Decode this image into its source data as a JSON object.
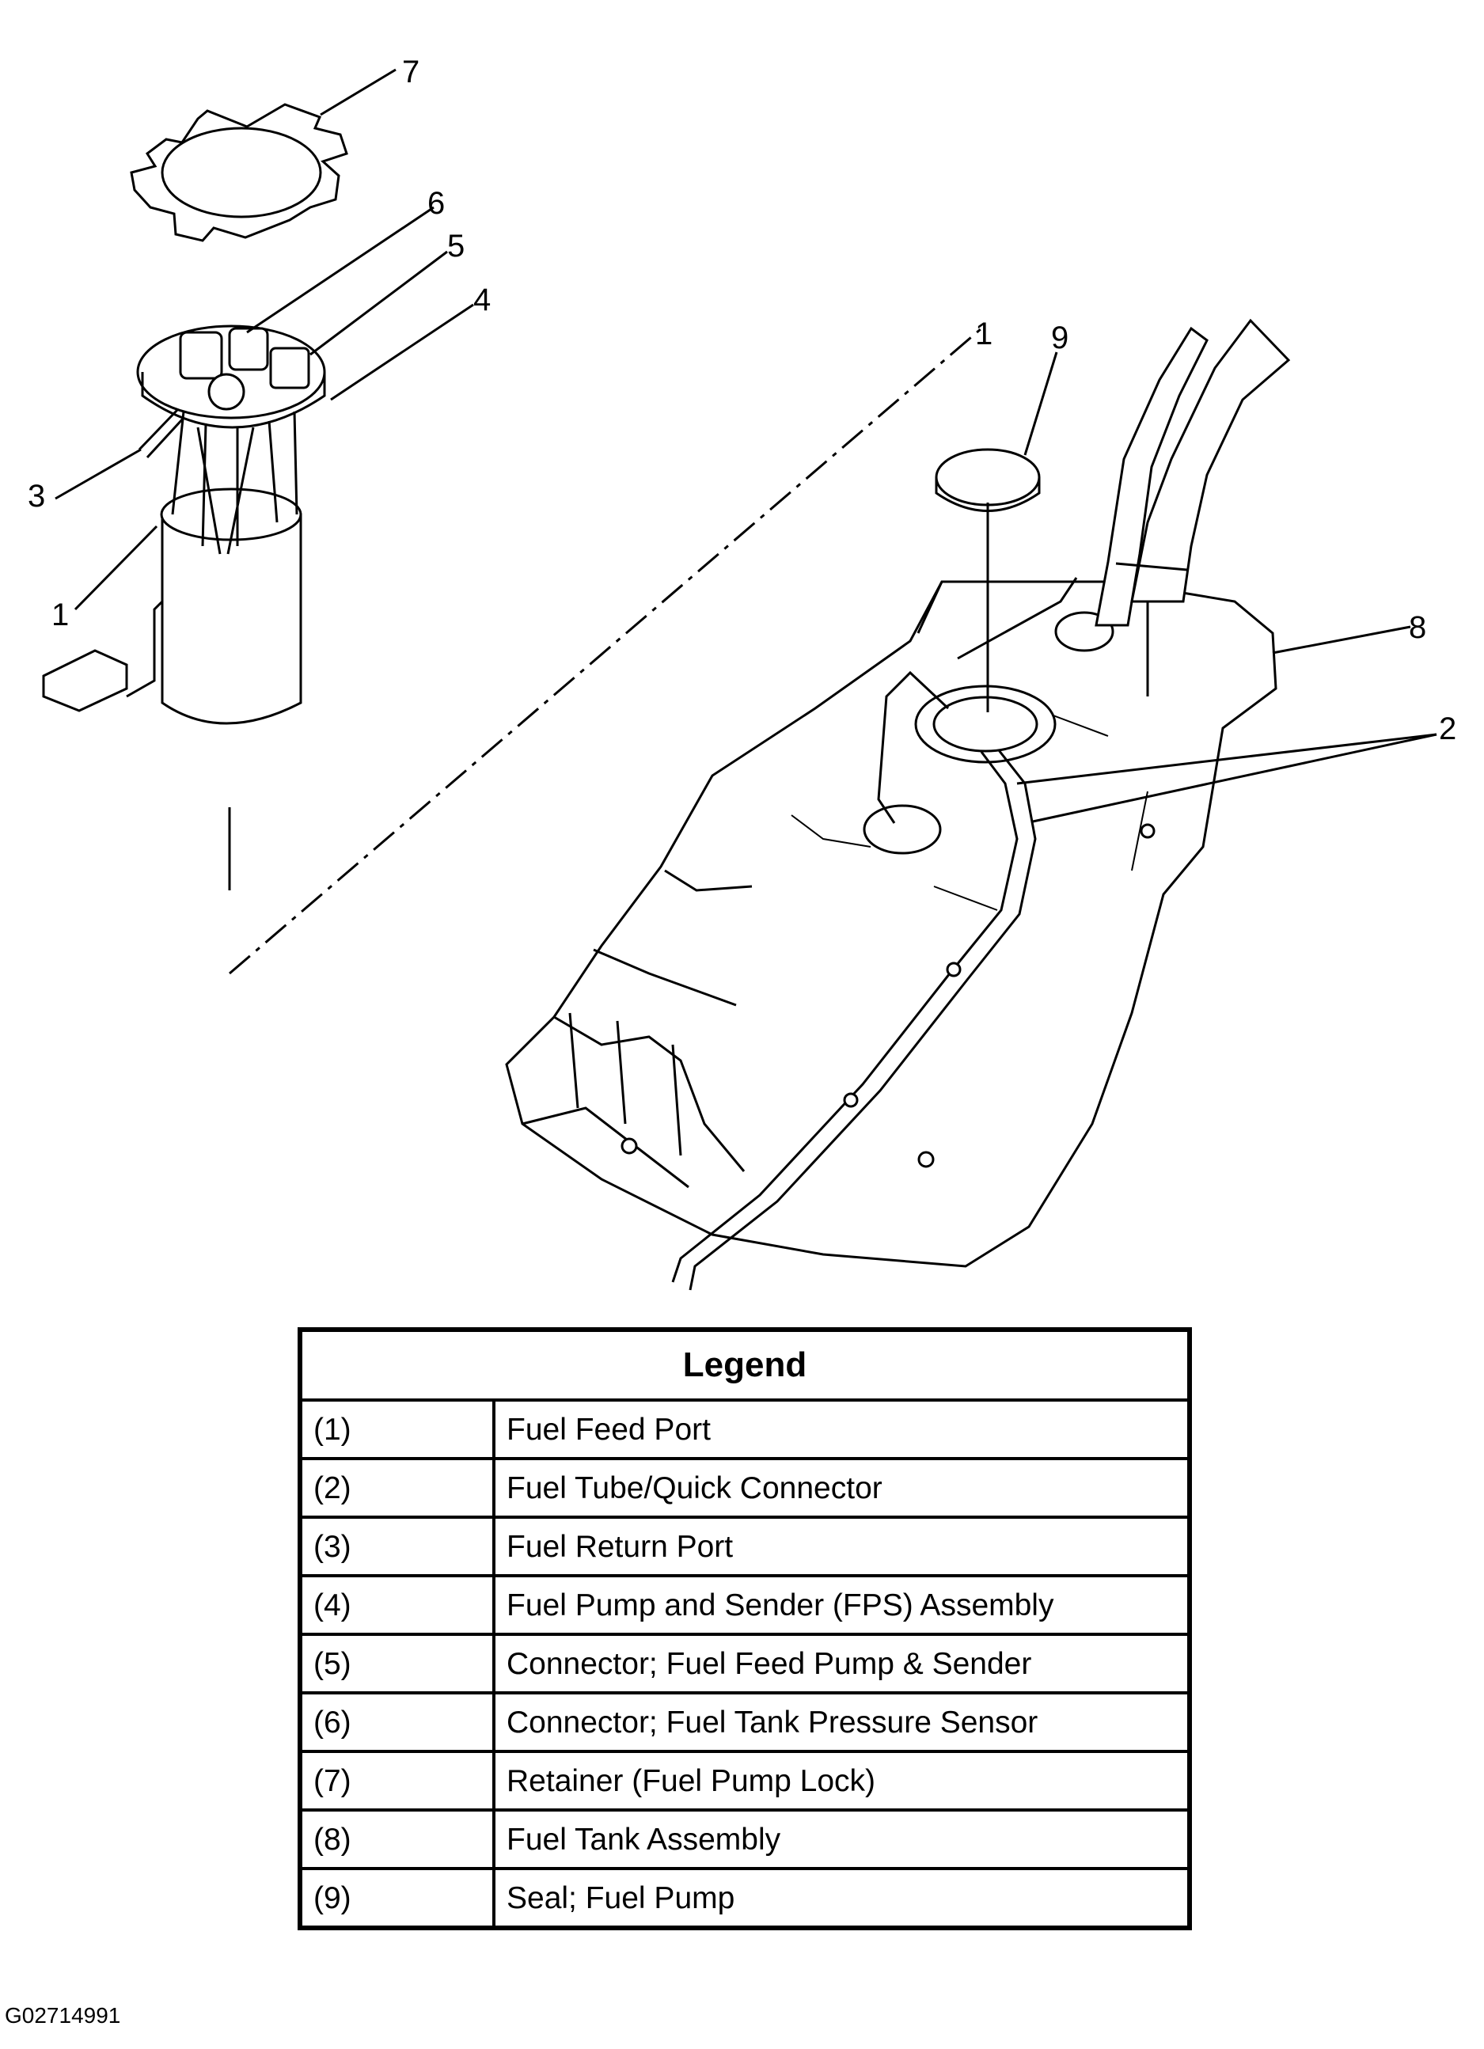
{
  "callouts": [
    {
      "id": "callout-7",
      "text": "7"
    },
    {
      "id": "callout-6",
      "text": "6"
    },
    {
      "id": "callout-5",
      "text": "5"
    },
    {
      "id": "callout-4",
      "text": "4"
    },
    {
      "id": "callout-3",
      "text": "3"
    },
    {
      "id": "callout-1a",
      "text": "1"
    },
    {
      "id": "callout-1b",
      "text": "1"
    },
    {
      "id": "callout-9",
      "text": "9"
    },
    {
      "id": "callout-8",
      "text": "8"
    },
    {
      "id": "callout-2",
      "text": "2"
    }
  ],
  "legend": {
    "title": "Legend",
    "rows": [
      {
        "num": "(1)",
        "desc": "Fuel Feed Port"
      },
      {
        "num": "(2)",
        "desc": "Fuel Tube/Quick Connector"
      },
      {
        "num": "(3)",
        "desc": "Fuel Return Port"
      },
      {
        "num": "(4)",
        "desc": "Fuel Pump and Sender (FPS) Assembly"
      },
      {
        "num": "(5)",
        "desc": "Connector; Fuel Feed Pump & Sender"
      },
      {
        "num": "(6)",
        "desc": "Connector; Fuel Tank Pressure Sensor"
      },
      {
        "num": "(7)",
        "desc": "Retainer (Fuel Pump Lock)"
      },
      {
        "num": "(8)",
        "desc": "Fuel Tank Assembly"
      },
      {
        "num": "(9)",
        "desc": "Seal; Fuel Pump"
      }
    ]
  },
  "figure_id": "G02714991"
}
